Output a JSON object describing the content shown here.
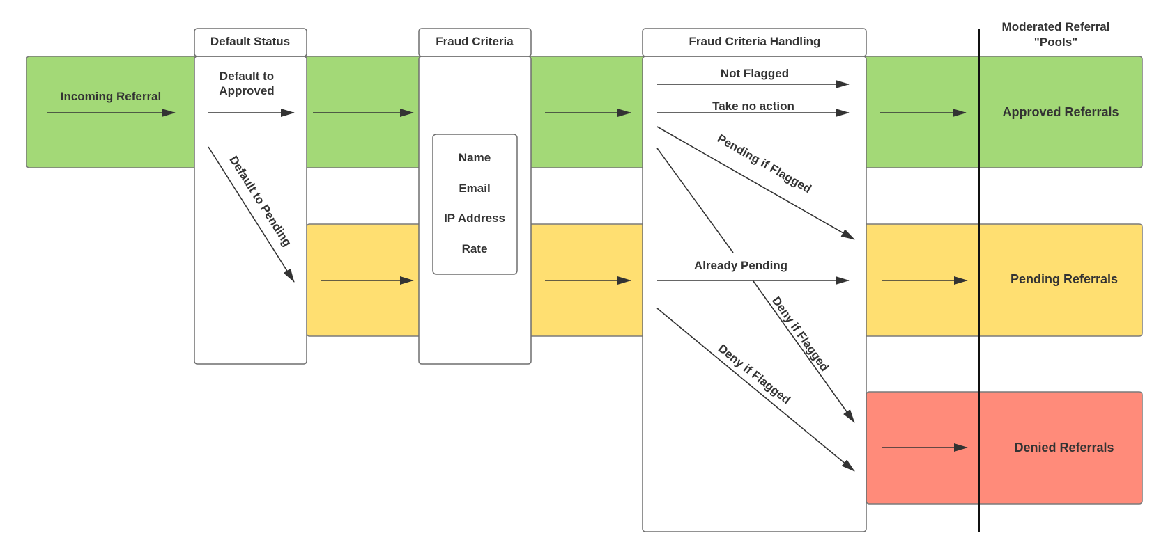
{
  "colors": {
    "approved_band": "#a3d977",
    "pending_band": "#ffdf71",
    "denied_band": "#ff8b7a",
    "line": "#333333",
    "box_border": "#6f6f6f"
  },
  "columns": {
    "default_status": "Default Status",
    "fraud_criteria": "Fraud Criteria",
    "fraud_handling": "Fraud Criteria Handling",
    "pools_line1": "Moderated Referral",
    "pools_line2": "\"Pools\""
  },
  "incoming": "Incoming Referral",
  "default_status": {
    "approved_line1": "Default to",
    "approved_line2": "Approved",
    "pending": "Default to Pending"
  },
  "criteria": [
    "Name",
    "Email",
    "IP Address",
    "Rate"
  ],
  "handling": {
    "not_flagged": "Not Flagged",
    "take_no_action": "Take no action",
    "pending_if_flagged": "Pending if Flagged",
    "already_pending": "Already Pending",
    "deny_if_flagged_a": "Deny if Flagged",
    "deny_if_flagged_b": "Deny if Flagged"
  },
  "pools": {
    "approved": "Approved Referrals",
    "pending": "Pending Referrals",
    "denied": "Denied Referrals"
  }
}
